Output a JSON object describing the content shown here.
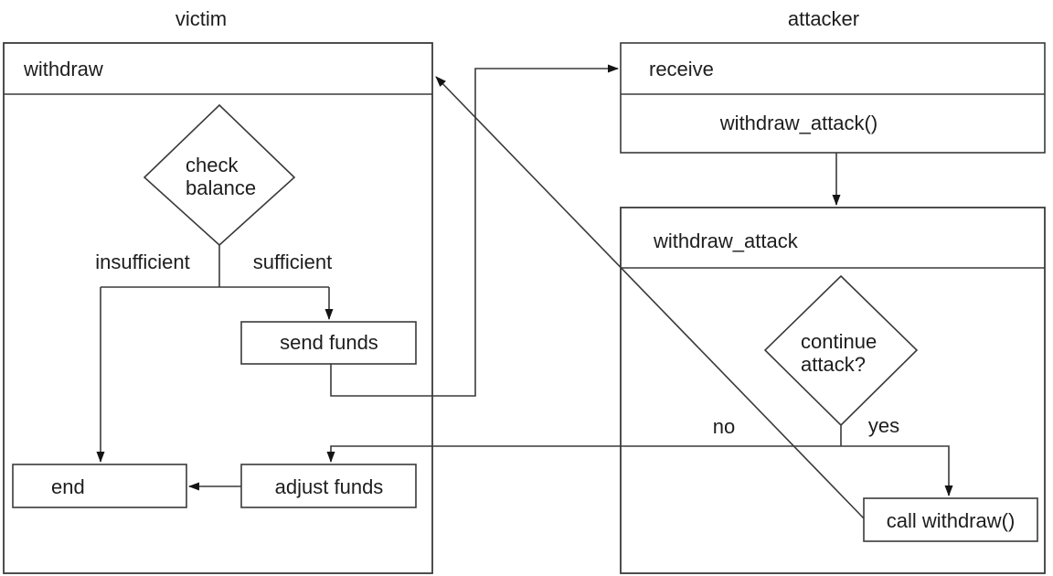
{
  "diagram": {
    "victim": {
      "title": "victim",
      "header": "withdraw",
      "decision": {
        "line1": "check",
        "line2": "balance"
      },
      "branch_left_label": "insufficient",
      "branch_right_label": "sufficient",
      "send_funds_label": "send funds",
      "end_label": "end",
      "adjust_funds_label": "adjust funds"
    },
    "attacker": {
      "title": "attacker",
      "receive_header": "receive",
      "receive_body": "withdraw_attack()",
      "attack_header": "withdraw_attack",
      "decision": {
        "line1": "continue",
        "line2": "attack?"
      },
      "branch_no_label": "no",
      "branch_yes_label": "yes",
      "call_withdraw_label": "call withdraw()"
    },
    "colors": {
      "stroke": "#3a3a3a",
      "text": "#1d1d1d",
      "arrow": "#141414",
      "bg": "#ffffff"
    }
  }
}
